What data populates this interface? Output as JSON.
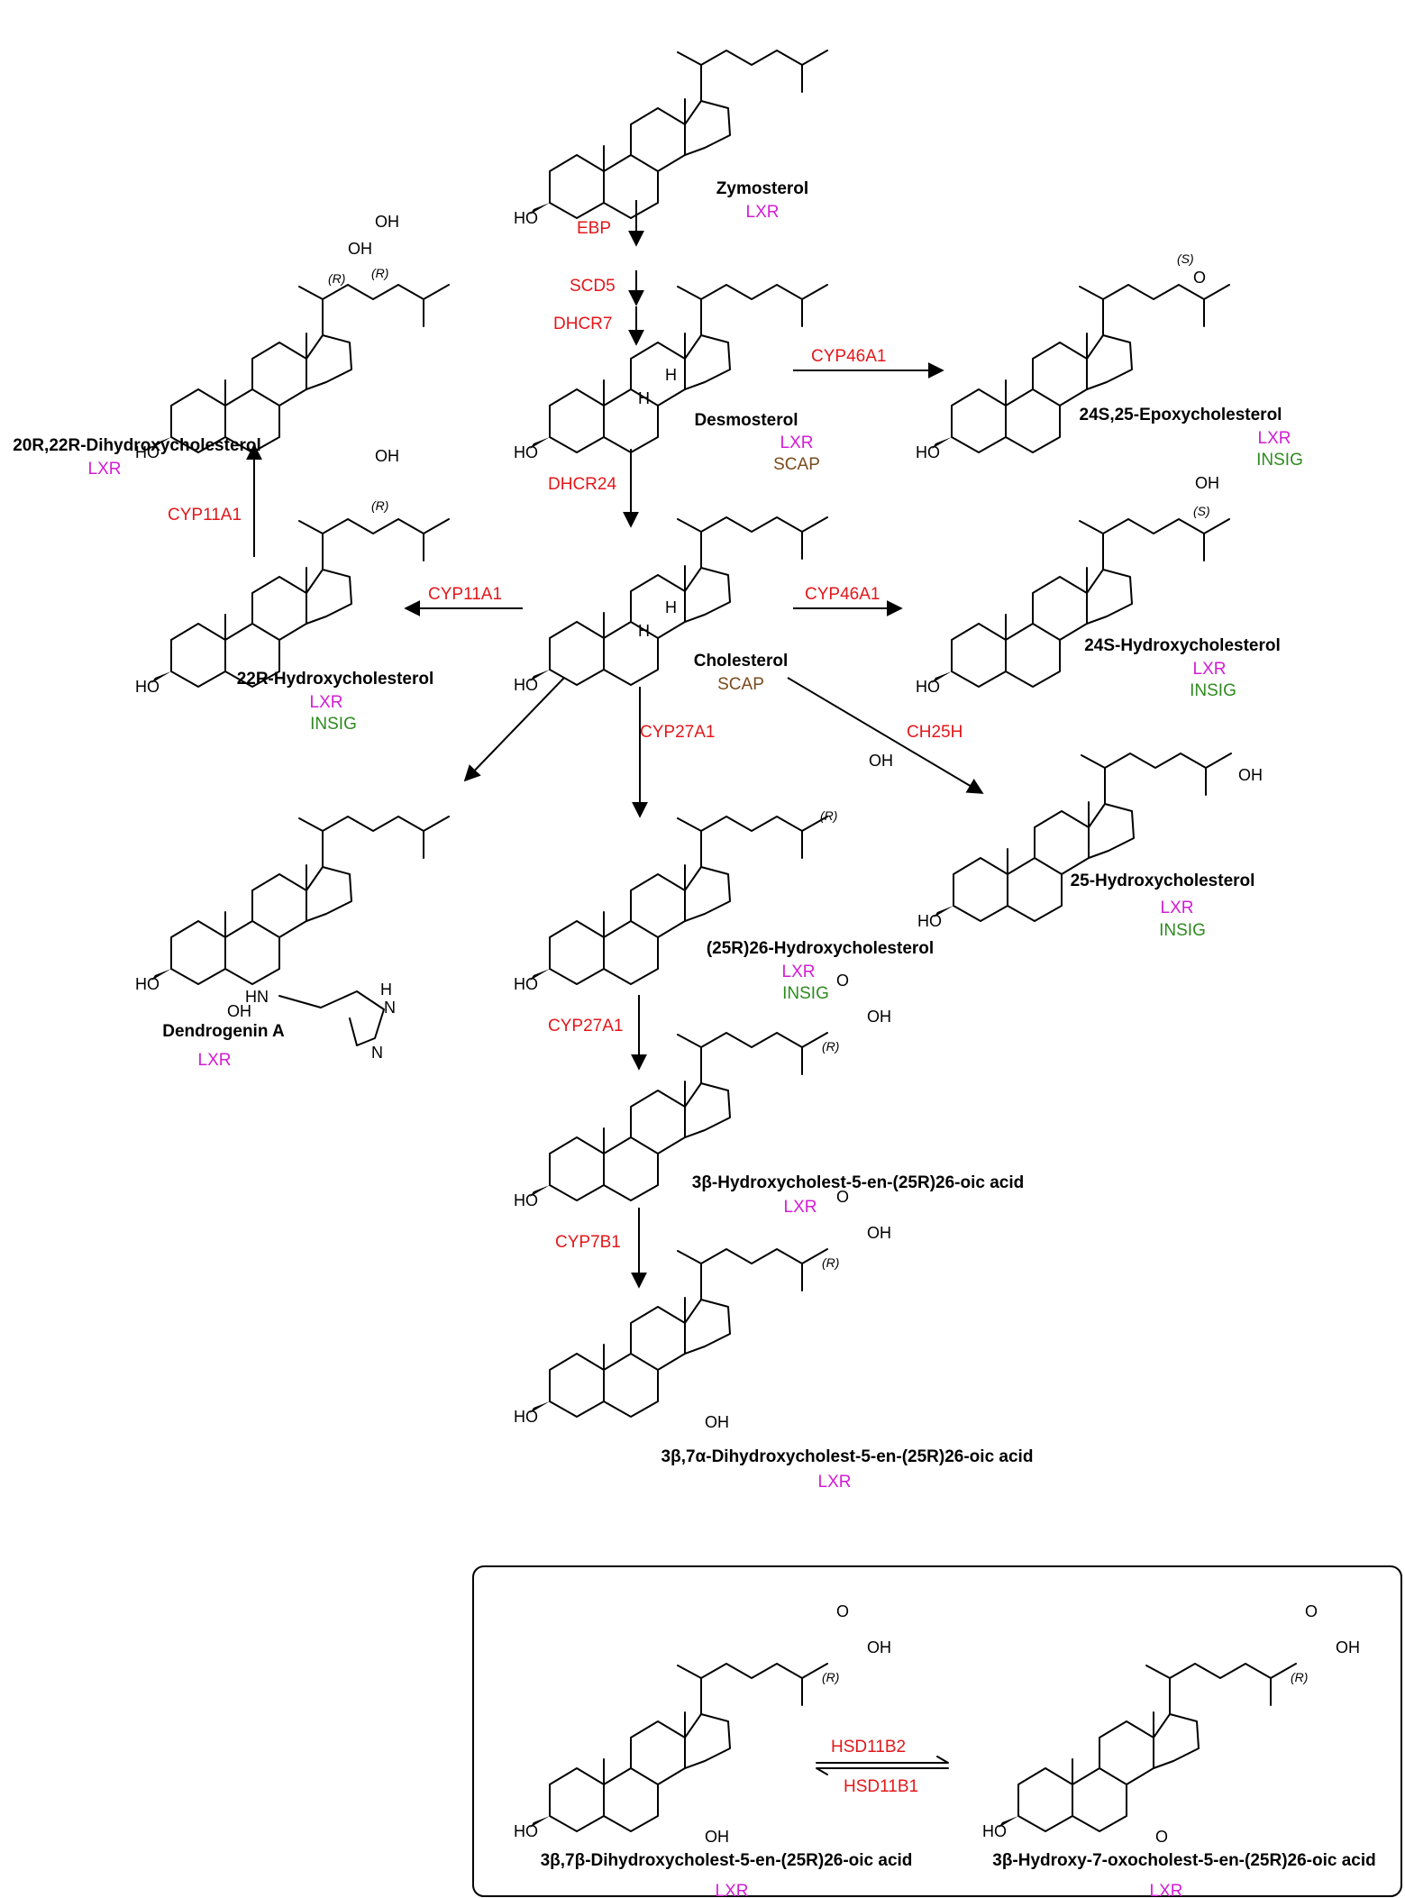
{
  "colors": {
    "enzyme": "#e3171b",
    "lxr": "#d21dd4",
    "scap": "#7a4a1c",
    "insig": "#2e8b1f"
  },
  "icons": [
    "steroid-structure-icon",
    "reaction-arrow-icon",
    "equilibrium-arrow-icon"
  ],
  "molecules": {
    "zymosterol": {
      "name": "Zymosterol",
      "tags": [
        "LXR"
      ]
    },
    "desmosterol": {
      "name": "Desmosterol",
      "tags": [
        "LXR",
        "SCAP"
      ]
    },
    "cholesterol": {
      "name": "Cholesterol",
      "tags": [
        "SCAP"
      ]
    },
    "epoxy": {
      "name": "24S,25-Epoxycholesterol",
      "tags": [
        "LXR",
        "INSIG"
      ]
    },
    "oh24": {
      "name": "24S-Hydroxycholesterol",
      "tags": [
        "LXR",
        "INSIG"
      ]
    },
    "oh25": {
      "name": "25-Hydroxycholesterol",
      "tags": [
        "LXR",
        "INSIG"
      ]
    },
    "dihydroxy2022": {
      "name": "20R,22R-Dihydroxycholesterol",
      "tags": [
        "LXR"
      ]
    },
    "oh22": {
      "name": "22R-Hydroxycholesterol",
      "tags": [
        "LXR",
        "INSIG"
      ]
    },
    "dendrogenin": {
      "name": "Dendrogenin A",
      "tags": [
        "LXR"
      ]
    },
    "oh26": {
      "name": "(25R)26-Hydroxycholesterol",
      "tags": [
        "LXR",
        "INSIG"
      ]
    },
    "acid3b": {
      "name": "3β-Hydroxycholest-5-en-(25R)26-oic acid",
      "tags": [
        "LXR"
      ]
    },
    "acid37a": {
      "name": "3β,7α-Dihydroxycholest-5-en-(25R)26-oic acid",
      "tags": [
        "LXR"
      ]
    },
    "acid37b": {
      "name": "3β,7β-Dihydroxycholest-5-en-(25R)26-oic acid",
      "tags": [
        "LXR"
      ]
    },
    "acid7oxo": {
      "name": "3β-Hydroxy-7-oxocholest-5-en-(25R)26-oic acid",
      "tags": [
        "LXR"
      ]
    }
  },
  "enzymes": {
    "ebp": "EBP",
    "scd5": "SCD5",
    "dhcr7": "DHCR7",
    "dhcr24": "DHCR24",
    "cyp46a1_epoxy": "CYP46A1",
    "cyp46a1_oh": "CYP46A1",
    "cyp11a1_a": "CYP11A1",
    "cyp11a1_b": "CYP11A1",
    "cyp27a1_a": "CYP27A1",
    "cyp27a1_b": "CYP27A1",
    "ch25h": "CH25H",
    "cyp7b1": "CYP7B1",
    "hsd11b2": "HSD11B2",
    "hsd11b1": "HSD11B1"
  },
  "atom_labels": {
    "h": "H",
    "oh": "OH",
    "ho": "HO",
    "o": "O",
    "hn": "HN",
    "n": "N",
    "nh_h": "H",
    "nh_n": "N",
    "r": "(R)",
    "s": "(S)"
  }
}
